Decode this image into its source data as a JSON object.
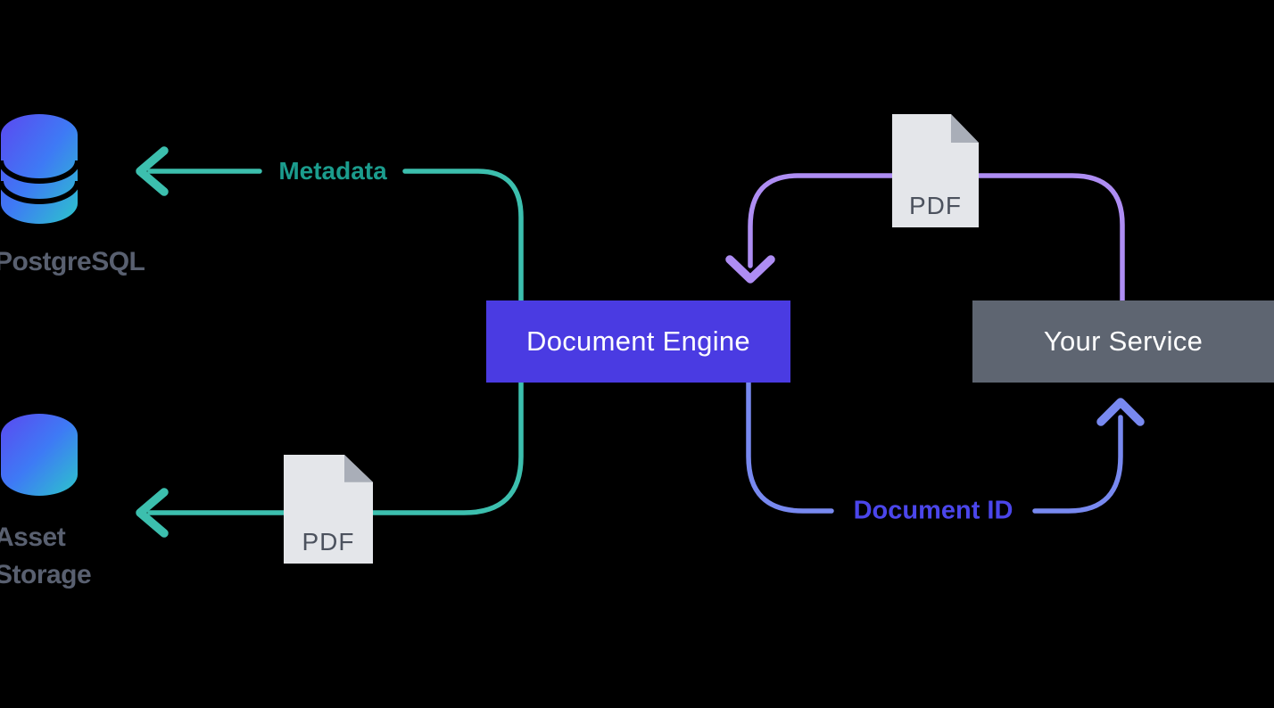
{
  "canvas": {
    "background": "#000000"
  },
  "nodes": {
    "postgresql": {
      "label": "PostgreSQL",
      "label_color": "#596070",
      "icon": "database-cylinder-icon"
    },
    "asset_storage": {
      "label": "Asset Storage",
      "lines": [
        "Asset",
        "Storage"
      ],
      "label_color": "#596070",
      "icon": "database-cylinder-icon"
    },
    "document_engine": {
      "label": "Document Engine",
      "bg_color": "#4A3BE2",
      "text_color": "#FFFFFF"
    },
    "your_service": {
      "label": "Your Service",
      "bg_color": "#5E6571",
      "text_color": "#FFFFFF"
    }
  },
  "pdf_files": {
    "top": {
      "label": "PDF"
    },
    "bottom": {
      "label": "PDF"
    },
    "page_color": "#E4E6EA",
    "fold_color": "#A9AEB8",
    "text_color": "#4C525E"
  },
  "flows": {
    "metadata": {
      "label": "Metadata",
      "line_color": "#3CBFAE",
      "label_color": "#1B9C8D",
      "direction": "document-engine-to-postgresql"
    },
    "pdf_to_storage": {
      "line_color": "#3CBFAE",
      "direction": "document-engine-to-asset-storage"
    },
    "pdf_to_engine": {
      "line_color": "#AE8DF3",
      "direction": "your-service-to-document-engine"
    },
    "document_id": {
      "label": "Document ID",
      "line_color": "#7889F0",
      "label_color": "#4B46EB",
      "direction": "document-engine-to-your-service"
    }
  },
  "icons": {
    "db_gradient": [
      "#5B49F0",
      "#3E7AF5",
      "#2CC5CB"
    ]
  }
}
